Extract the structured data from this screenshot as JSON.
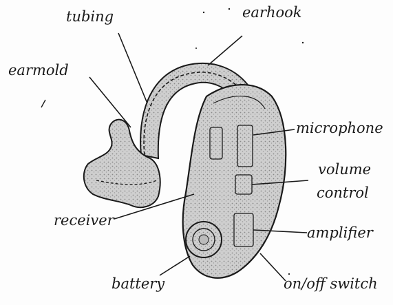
{
  "labels": {
    "tubing": "tubing",
    "earhook": "earhook",
    "earmold": "earmold",
    "microphone": "microphone",
    "volume_control_line1": "volume",
    "volume_control_line2": "control",
    "receiver": "receiver",
    "amplifier": "amplifier",
    "battery": "battery",
    "on_off_switch": "on/off switch"
  },
  "colors": {
    "ink": "#1a1a1a",
    "shell_fill": "#c9c9c9",
    "background": "#fdfdfd"
  }
}
